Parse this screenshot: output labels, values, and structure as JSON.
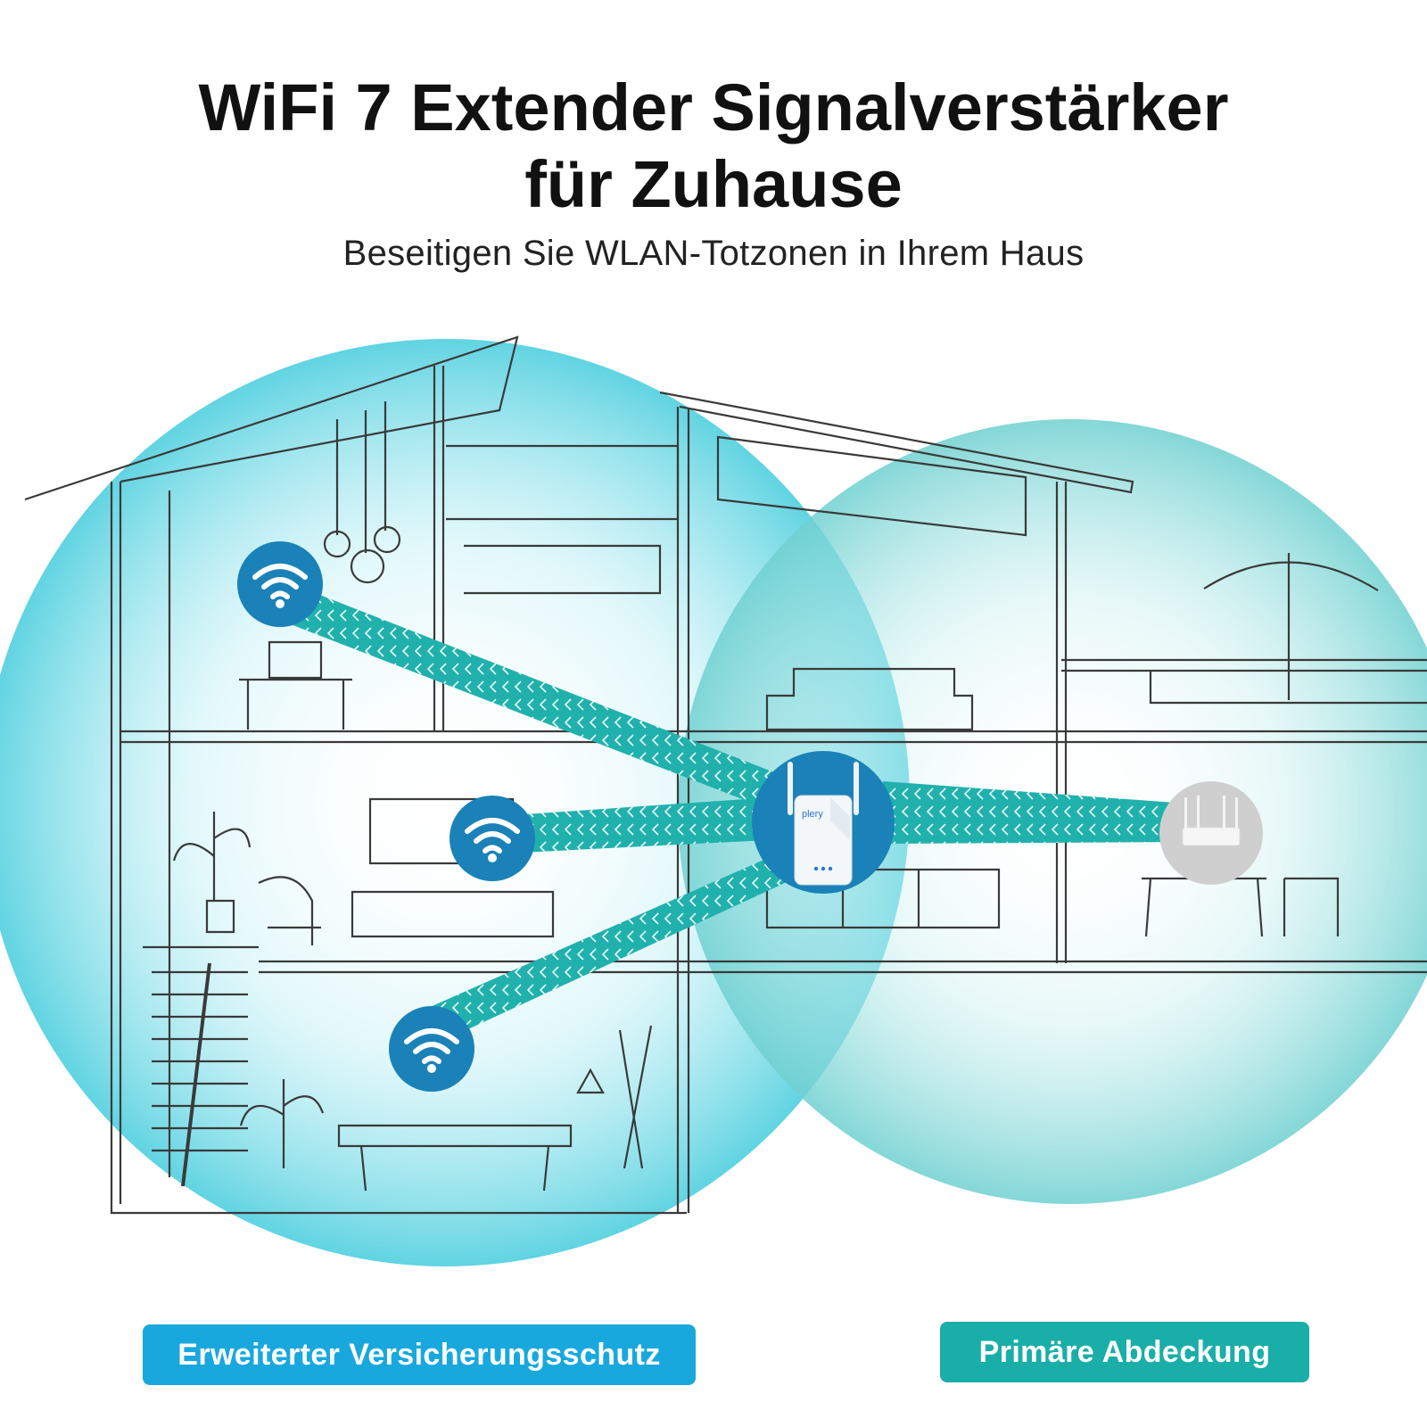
{
  "header": {
    "title_line1": "WiFi 7 Extender Signalverstärker",
    "title_line2": "für Zuhause",
    "subtitle": "Beseitigen Sie WLAN-Totzonen in Ihrem Haus"
  },
  "extender": {
    "brand": "plery"
  },
  "labels": {
    "extended": "Erweiterter Versicherungsschutz",
    "primary": "Primäre Abdeckung"
  },
  "colors": {
    "coverage_left": "#5fd3e0",
    "coverage_right": "#7dd6d6",
    "beam": "#21b1ad",
    "node": "#1a82b8",
    "badge_left": "#18a8dd",
    "badge_right": "#1aaea8"
  },
  "icons": {
    "node": "wifi-icon",
    "device": "extender-device-icon",
    "router": "router-icon"
  }
}
